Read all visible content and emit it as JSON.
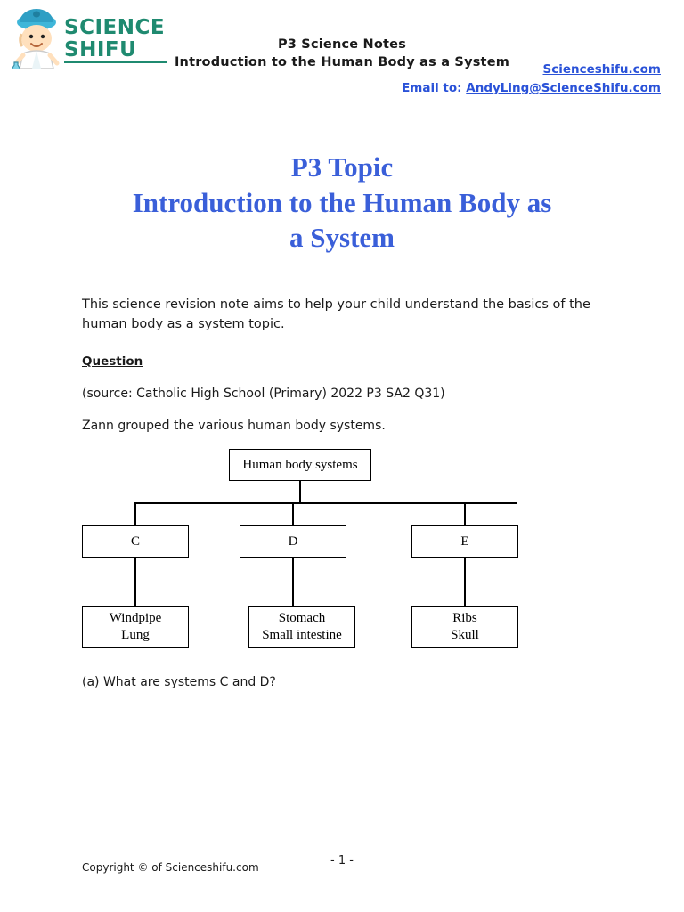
{
  "header": {
    "logo": {
      "line1": "SCIENCE",
      "line2": "SHIFU",
      "mascot_alt": "scientist-boy-mascot"
    },
    "title_line1": "P3 Science Notes",
    "title_line2": "Introduction to the Human Body as a System",
    "website": "Scienceshifu.com",
    "email_label": "Email to:",
    "email": "AndyLing@ScienceShifu.com"
  },
  "title": {
    "line1": "P3 Topic",
    "line2": "Introduction to the Human Body as",
    "line3": "a System"
  },
  "body": {
    "intro": "This science revision note aims to help your child understand the basics of the human body as a system topic.",
    "question_heading": "Question",
    "source": "(source: Catholic High School (Primary) 2022 P3 SA2 Q31)",
    "stem": "Zann grouped the various human body systems.",
    "part_a": "(a) What are systems C and D?"
  },
  "diagram": {
    "root": "Human body systems",
    "branches": [
      {
        "label": "C",
        "items_line1": "Windpipe",
        "items_line2": "Lung"
      },
      {
        "label": "D",
        "items_line1": "Stomach",
        "items_line2": "Small intestine"
      },
      {
        "label": "E",
        "items_line1": "Ribs",
        "items_line2": "Skull"
      }
    ]
  },
  "footer": {
    "page_number": "- 1 -",
    "copyright": "Copyright © of Scienceshifu.com"
  },
  "colors": {
    "title_blue": "#3a5fd9",
    "link_blue": "#2a52d8",
    "logo_green": "#1f8a70"
  }
}
